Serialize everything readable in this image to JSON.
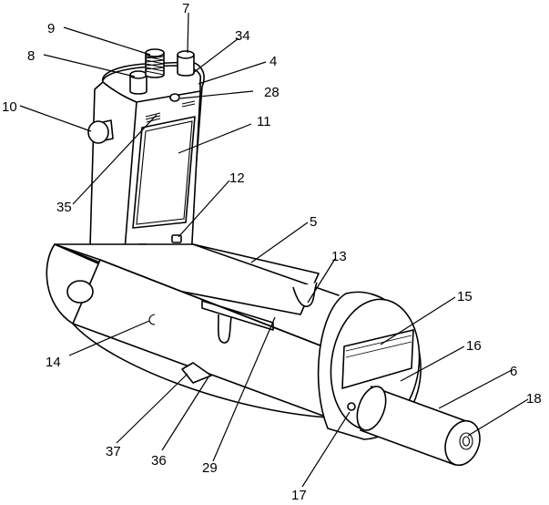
{
  "labels": {
    "n4": "4",
    "n5": "5",
    "n6": "6",
    "n7": "7",
    "n8": "8",
    "n9": "9",
    "n10": "10",
    "n11": "11",
    "n12": "12",
    "n13": "13",
    "n14": "14",
    "n15": "15",
    "n16": "16",
    "n17": "17",
    "n18": "18",
    "n28": "28",
    "n29": "29",
    "n34": "34",
    "n35": "35",
    "n36": "36",
    "n37": "37"
  }
}
